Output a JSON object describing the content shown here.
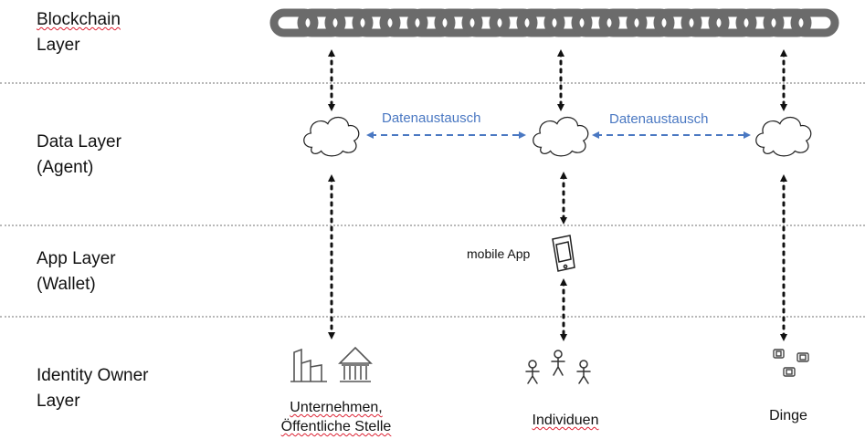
{
  "layers": {
    "blockchain": [
      "Blockchain",
      "Layer"
    ],
    "data": [
      "Data Layer",
      "(Agent)"
    ],
    "app": [
      "App Layer",
      "(Wallet)"
    ],
    "owner": [
      "Identity Owner",
      "Layer"
    ]
  },
  "exchange_label_left": "Datenaustausch",
  "exchange_label_right": "Datenaustausch",
  "mobile_app_label": "mobile App",
  "owners": {
    "left": [
      "Unternehmen,",
      "Öffentliche Stelle"
    ],
    "center": "Individuen",
    "right": "Dinge"
  },
  "colors": {
    "chain": "#6b6b6b",
    "exchange": "#4a78c2",
    "separator": "#b8b8b8",
    "spellcheck": "#d23"
  }
}
